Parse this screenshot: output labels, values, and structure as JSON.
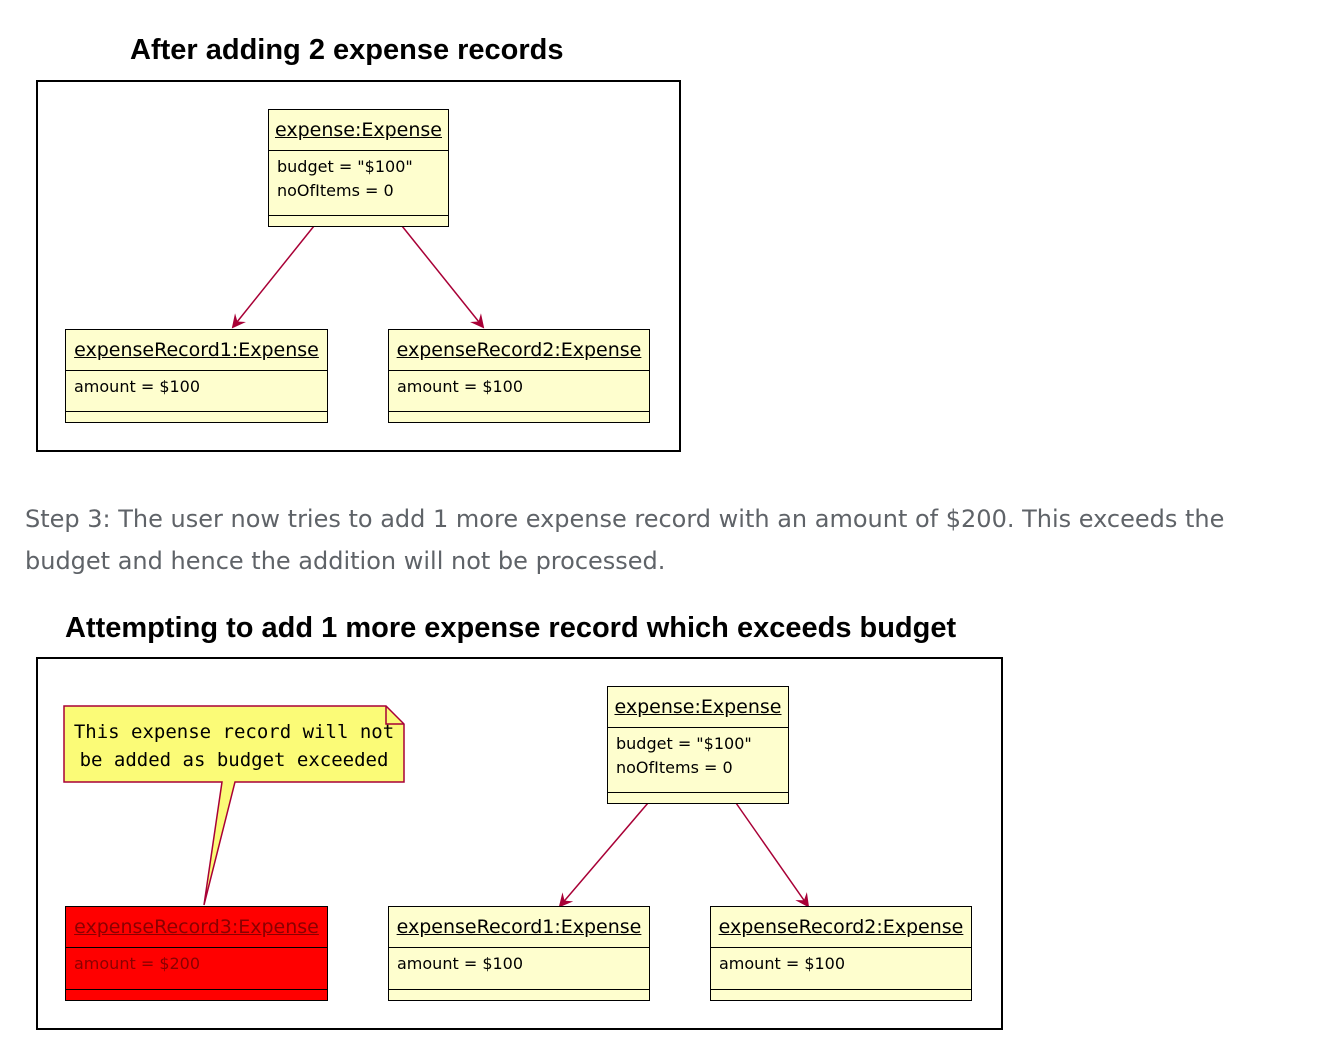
{
  "diagram1": {
    "title": "After adding 2 expense records",
    "expense": {
      "name": "expense:Expense",
      "attrs": [
        "budget = \"$100\"",
        "noOfItems = 0"
      ]
    },
    "record1": {
      "name": "expenseRecord1:Expense",
      "attrs": [
        "amount = $100"
      ]
    },
    "record2": {
      "name": "expenseRecord2:Expense",
      "attrs": [
        "amount = $100"
      ]
    }
  },
  "step_text": "Step 3: The user now tries to add 1 more expense record with an amount of $200. This exceeds the budget and hence the addition will not be processed.",
  "diagram2": {
    "title": "Attempting to add 1 more expense record which exceeds budget",
    "note": {
      "line1": "This expense record will not",
      "line2": "be added as budget exceeded"
    },
    "expense": {
      "name": "expense:Expense",
      "attrs": [
        "budget = \"$100\"",
        "noOfItems = 0"
      ]
    },
    "record3": {
      "name": "expenseRecord3:Expense",
      "attrs": [
        "amount = $200"
      ]
    },
    "record1": {
      "name": "expenseRecord1:Expense",
      "attrs": [
        "amount = $100"
      ]
    },
    "record2": {
      "name": "expenseRecord2:Expense",
      "attrs": [
        "amount = $100"
      ]
    }
  },
  "colors": {
    "object_fill": "#fefece",
    "rejected_fill": "#ff0000",
    "note_fill": "#fbfb77",
    "arrow": "#a80036",
    "body_text": "#5f6368"
  }
}
